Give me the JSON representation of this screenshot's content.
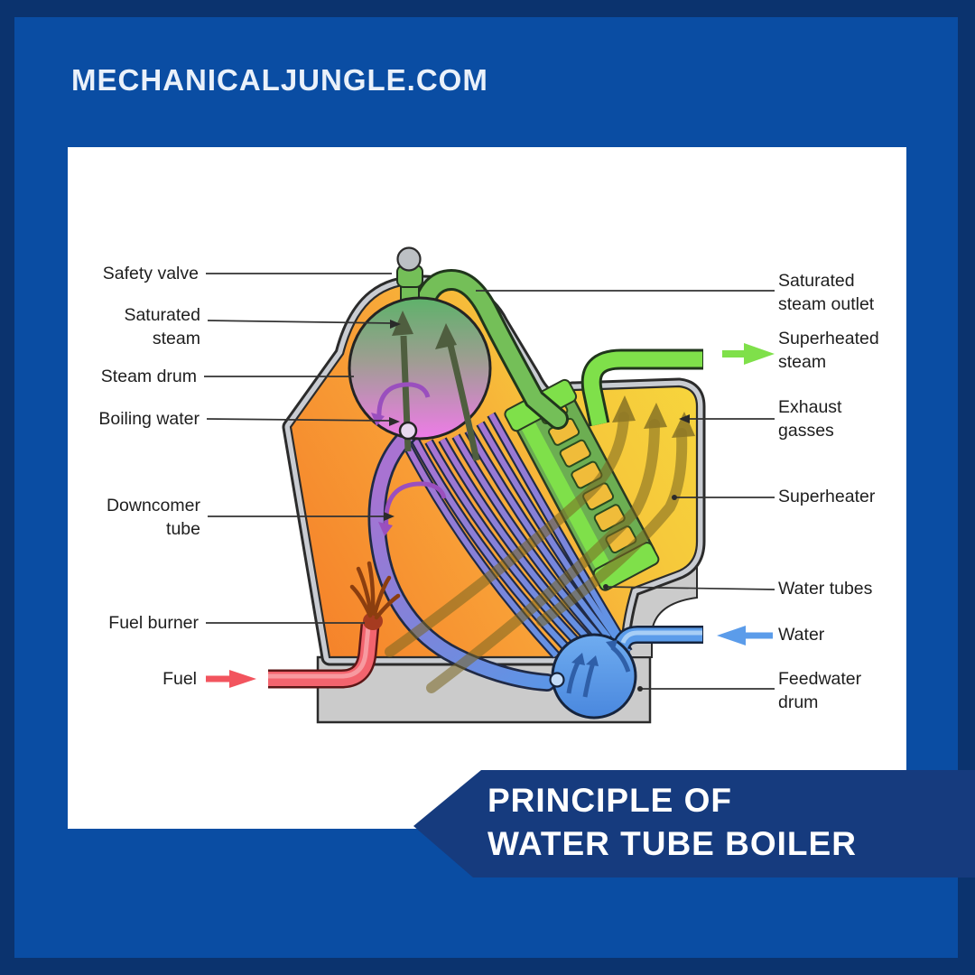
{
  "site_header": {
    "text": "MECHANICALJUNGLE.COM"
  },
  "banner": {
    "line1": "PRINCIPLE OF",
    "line2": "WATER TUBE BOILER"
  },
  "diagram": {
    "labels_left": [
      {
        "id": "safety-valve",
        "text": "Safety valve"
      },
      {
        "id": "saturated-steam",
        "text": "Saturated\nsteam"
      },
      {
        "id": "steam-drum",
        "text": "Steam drum"
      },
      {
        "id": "boiling-water",
        "text": "Boiling water"
      },
      {
        "id": "downcomer-tube",
        "text": "Downcomer\ntube"
      },
      {
        "id": "fuel-burner",
        "text": "Fuel burner"
      },
      {
        "id": "fuel",
        "text": "Fuel"
      }
    ],
    "labels_right": [
      {
        "id": "saturated-steam-outlet",
        "text": "Saturated\nsteam outlet"
      },
      {
        "id": "superheated-steam",
        "text": "Superheated\nsteam"
      },
      {
        "id": "exhaust-gasses",
        "text": "Exhaust\ngasses"
      },
      {
        "id": "superheater",
        "text": "Superheater"
      },
      {
        "id": "water-tubes",
        "text": "Water tubes"
      },
      {
        "id": "water",
        "text": "Water"
      },
      {
        "id": "feedwater-drum",
        "text": "Feedwater\ndrum"
      }
    ],
    "flow_arrows": [
      {
        "name": "fuel-inlet-arrow",
        "direction": "right",
        "color": "#F2545E"
      },
      {
        "name": "superheated-steam-outlet-arrow",
        "direction": "right",
        "color": "#7FE04A"
      },
      {
        "name": "water-inlet-arrow",
        "direction": "left",
        "color": "#5B9CEA"
      }
    ],
    "colors": {
      "outer_border": "#0B336E",
      "background": "#0A4DA3",
      "banner": "#163B7E",
      "card": "#FFFFFF",
      "furnace_orange": "#F8A037",
      "chamber_yellow": "#F7D73C",
      "wall_gray": "#C9CCD2",
      "drum_steam_green": "#5EB26A",
      "drum_water_pink": "#EF7BE9",
      "tube_purple": "#A873D2",
      "water_blue": "#5B9CEA",
      "superheater_green": "#7FE04A",
      "fuel_red": "#F3646E",
      "exhaust_olive": "#8E7826"
    }
  }
}
